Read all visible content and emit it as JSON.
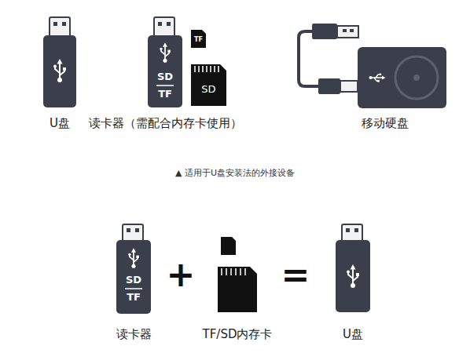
{
  "diagram": {
    "caption": "▲ 适用于U盘安装法的外接设备",
    "nodes": [
      {
        "text": [
          "U盘"
        ]
      },
      {
        "text": [
          "SD",
          "TF",
          "读卡器（需配合内存卡使用）"
        ]
      },
      {
        "text": [
          "TF"
        ]
      },
      {
        "text": [
          "SD"
        ]
      },
      {
        "text": [
          "移动硬盘"
        ]
      },
      {
        "text": [
          "SD",
          "TF",
          "读卡器"
        ]
      },
      {
        "text": [
          "TF/SD内存卡"
        ]
      },
      {
        "text": [
          "U盘"
        ]
      }
    ],
    "labels": [
      "+",
      "="
    ]
  }
}
